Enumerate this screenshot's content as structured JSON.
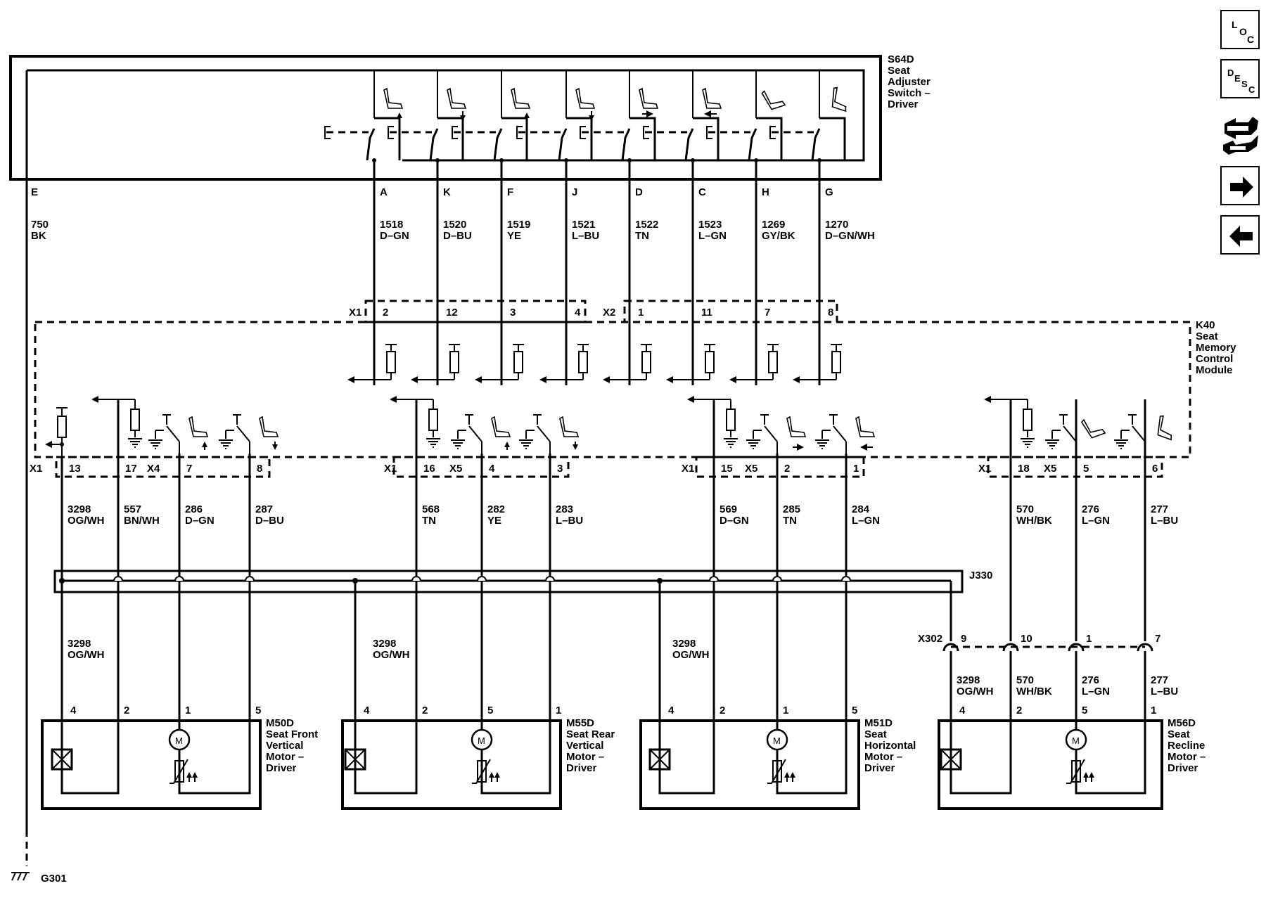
{
  "nav": {
    "loc": {
      "l1": "L",
      "l2": "O",
      "l3": "C"
    },
    "desc": {
      "l1": "D",
      "l2": "E",
      "l3": "S",
      "l4": "C"
    }
  },
  "switch": {
    "name_lines": [
      "S64D",
      "Seat",
      "Adjuster",
      "Switch –",
      "Driver"
    ],
    "ground_pin": "E",
    "ground_circuit": "750",
    "ground_color": "BK",
    "contacts": [
      {
        "pin": "A",
        "circuit": "1518",
        "color": "D–GN",
        "k40_connector": "X1",
        "k40_pin": "2"
      },
      {
        "pin": "K",
        "circuit": "1520",
        "color": "D–BU",
        "k40_connector": "X1",
        "k40_pin": "12"
      },
      {
        "pin": "F",
        "circuit": "1519",
        "color": "YE",
        "k40_connector": "X1",
        "k40_pin": "3"
      },
      {
        "pin": "J",
        "circuit": "1521",
        "color": "L–BU",
        "k40_connector": "X1",
        "k40_pin": "4"
      },
      {
        "pin": "D",
        "circuit": "1522",
        "color": "TN",
        "k40_connector": "X2",
        "k40_pin": "1"
      },
      {
        "pin": "C",
        "circuit": "1523",
        "color": "L–GN",
        "k40_connector": "X2",
        "k40_pin": "11"
      },
      {
        "pin": "H",
        "circuit": "1269",
        "color": "GY/BK",
        "k40_connector": "X2",
        "k40_pin": "7"
      },
      {
        "pin": "G",
        "circuit": "1270",
        "color": "D–GN/WH",
        "k40_connector": "X2",
        "k40_pin": "8"
      }
    ]
  },
  "module": {
    "name_lines": [
      "K40",
      "Seat",
      "Memory",
      "Control",
      "Module"
    ],
    "outputs": [
      {
        "connector": "X1",
        "pin": "13",
        "circuit": "3298",
        "color": "OG/WH"
      },
      {
        "connector": "",
        "pin": "17",
        "circuit": "557",
        "color": "BN/WH"
      },
      {
        "connector": "X4",
        "pin": "7",
        "circuit": "286",
        "color": "D–GN"
      },
      {
        "connector": "",
        "pin": "8",
        "circuit": "287",
        "color": "D–BU"
      },
      {
        "connector": "X1",
        "pin": "16",
        "circuit": "568",
        "color": "TN"
      },
      {
        "connector": "X5",
        "pin": "4",
        "circuit": "282",
        "color": "YE"
      },
      {
        "connector": "",
        "pin": "3",
        "circuit": "283",
        "color": "L–BU"
      },
      {
        "connector": "X1",
        "pin": "15",
        "circuit": "569",
        "color": "D–GN"
      },
      {
        "connector": "X5",
        "pin": "2",
        "circuit": "285",
        "color": "TN"
      },
      {
        "connector": "",
        "pin": "1",
        "circuit": "284",
        "color": "L–GN"
      },
      {
        "connector": "X1",
        "pin": "18",
        "circuit": "570",
        "color": "WH/BK"
      },
      {
        "connector": "X5",
        "pin": "5",
        "circuit": "276",
        "color": "L–GN"
      },
      {
        "connector": "",
        "pin": "6",
        "circuit": "277",
        "color": "L–BU"
      }
    ]
  },
  "splice": "J330",
  "x302": {
    "name": "X302",
    "pins": [
      "9",
      "10",
      "1",
      "7"
    ],
    "wires": [
      {
        "circuit": "3298",
        "color": "OG/WH"
      },
      {
        "circuit": "570",
        "color": "WH/BK"
      },
      {
        "circuit": "276",
        "color": "L–GN"
      },
      {
        "circuit": "277",
        "color": "L–BU"
      }
    ]
  },
  "branch_label": {
    "circuit": "3298",
    "color": "OG/WH"
  },
  "motors": [
    {
      "name_lines": [
        "M50D",
        "Seat Front",
        "Vertical",
        "Motor –",
        "Driver"
      ],
      "pins": [
        "4",
        "2",
        "1",
        "5"
      ]
    },
    {
      "name_lines": [
        "M55D",
        "Seat Rear",
        "Vertical",
        "Motor –",
        "Driver"
      ],
      "pins": [
        "4",
        "2",
        "5",
        "1"
      ]
    },
    {
      "name_lines": [
        "M51D",
        "Seat",
        "Horizontal",
        "Motor –",
        "Driver"
      ],
      "pins": [
        "4",
        "2",
        "1",
        "5"
      ]
    },
    {
      "name_lines": [
        "M56D",
        "Seat",
        "Recline",
        "Motor –",
        "Driver"
      ],
      "pins": [
        "4",
        "2",
        "5",
        "1"
      ]
    }
  ],
  "motor_symbol": "M",
  "ground": {
    "name": "G301"
  }
}
